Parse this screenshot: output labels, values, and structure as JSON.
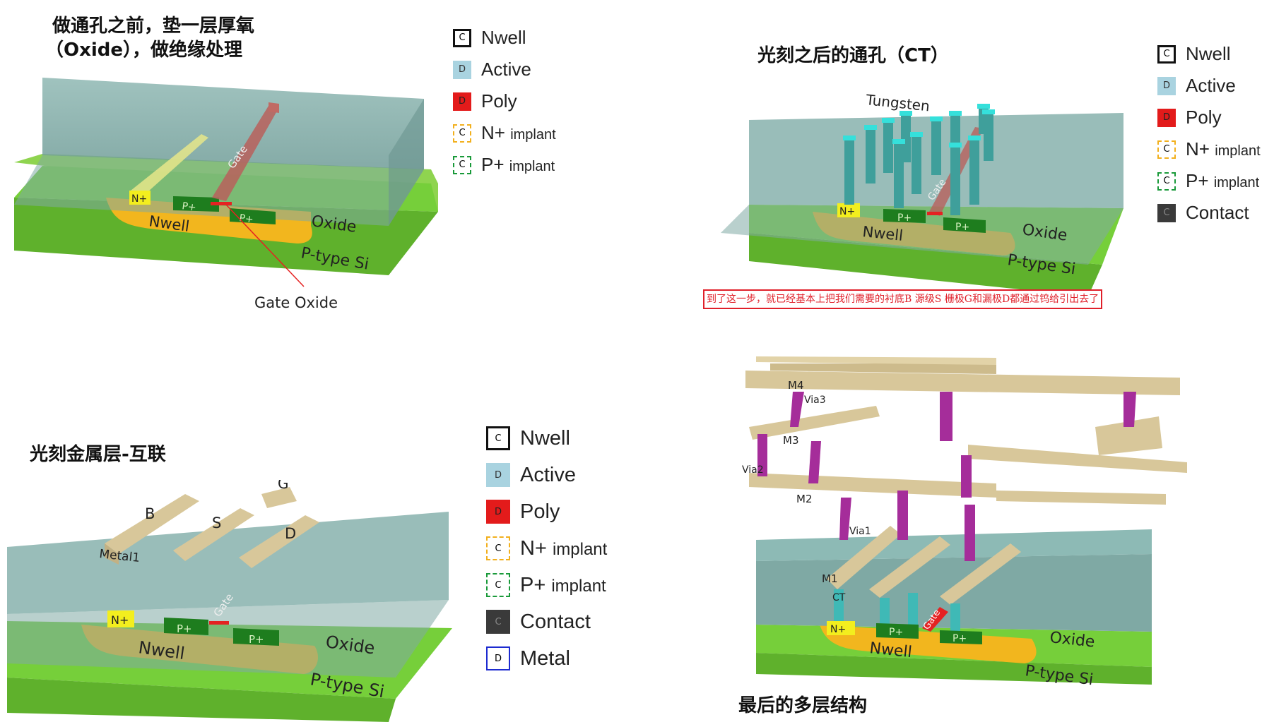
{
  "panels": [
    {
      "title_lines": [
        "做通孔之前，垫一层厚氧",
        "（Oxide），做绝缘处理"
      ],
      "labels": {
        "nplus": "N+",
        "pplus1": "P+",
        "pplus2": "P+",
        "gate": "Gate",
        "nwell": "Nwell",
        "oxide": "Oxide",
        "substrate": "P-type Si",
        "gate_oxide": "Gate Oxide"
      },
      "legend": [
        {
          "swatch": "C",
          "label": "Nwell",
          "note": ""
        },
        {
          "swatch": "D",
          "label": "Active",
          "note": ""
        },
        {
          "swatch": "D",
          "label": "Poly",
          "note": ""
        },
        {
          "swatch": "C",
          "label": "N+",
          "note": "implant"
        },
        {
          "swatch": "C",
          "label": "P+",
          "note": "implant"
        }
      ]
    },
    {
      "title": "光刻之后的通孔（CT）",
      "labels": {
        "tungsten": "Tungsten",
        "nplus": "N+",
        "pplus1": "P+",
        "pplus2": "P+",
        "gate": "Gate",
        "nwell": "Nwell",
        "oxide": "Oxide",
        "substrate": "P-type Si"
      },
      "note": "到了这一步，就已经基本上把我们需要的衬底B 源级S 栅极G和漏极D都通过钨给引出去了",
      "legend": [
        {
          "swatch": "C",
          "label": "Nwell",
          "note": ""
        },
        {
          "swatch": "D",
          "label": "Active",
          "note": ""
        },
        {
          "swatch": "D",
          "label": "Poly",
          "note": ""
        },
        {
          "swatch": "C",
          "label": "N+",
          "note": "implant"
        },
        {
          "swatch": "C",
          "label": "P+",
          "note": "implant"
        },
        {
          "swatch": "C",
          "label": "Contact",
          "note": ""
        }
      ]
    },
    {
      "title": "光刻金属层-互联",
      "labels": {
        "b": "B",
        "s": "S",
        "d": "D",
        "g": "G",
        "metal1": "Metal1",
        "nplus": "N+",
        "pplus1": "P+",
        "pplus2": "P+",
        "gate": "Gate",
        "nwell": "Nwell",
        "oxide": "Oxide",
        "substrate": "P-type Si"
      },
      "legend": [
        {
          "swatch": "C",
          "label": "Nwell",
          "note": ""
        },
        {
          "swatch": "D",
          "label": "Active",
          "note": ""
        },
        {
          "swatch": "D",
          "label": "Poly",
          "note": ""
        },
        {
          "swatch": "C",
          "label": "N+",
          "note": "implant"
        },
        {
          "swatch": "C",
          "label": "P+",
          "note": "implant"
        },
        {
          "swatch": "C",
          "label": "Contact",
          "note": ""
        },
        {
          "swatch": "D",
          "label": "Metal",
          "note": ""
        }
      ]
    },
    {
      "title": "最后的多层结构",
      "labels": {
        "m4": "M4",
        "via3": "Via3",
        "m3": "M3",
        "via2": "Via2",
        "m2": "M2",
        "via1": "Via1",
        "m1": "M1",
        "ct": "CT",
        "nplus": "N+",
        "pplus1": "P+",
        "pplus2": "P+",
        "gate": "Gate",
        "nwell": "Nwell",
        "oxide": "Oxide",
        "substrate": "P-type Si"
      }
    }
  ],
  "legend_styles": {
    "nwell": {
      "border": "#111111",
      "fill": "#ffffff",
      "style": "solid"
    },
    "active": {
      "border": "#a9d3e0",
      "fill": "#a9d3e0",
      "style": "solid"
    },
    "poly": {
      "border": "#e31b1b",
      "fill": "#e31b1b",
      "style": "solid"
    },
    "nplus": {
      "border": "#f2b01e",
      "fill": "#ffffff",
      "style": "dashed"
    },
    "pplus": {
      "border": "#1a9a3a",
      "fill": "#ffffff",
      "style": "dashed"
    },
    "contact": {
      "border": "#3a3a3a",
      "fill": "#3a3a3a",
      "style": "solid"
    },
    "metal": {
      "border": "#1d2bd0",
      "fill": "#ffffff",
      "style": "solid"
    }
  },
  "colors": {
    "oxide": "#7fa9a4",
    "substrate": "#76cf3a",
    "nwell": "#f2b61e",
    "nplus": "#f3ee1e",
    "pplus": "#1e7d1e",
    "poly": "#e52222",
    "tungsten": "#3fb9b6",
    "metal": "#d8c79a",
    "via": "#a52d9a",
    "note": "#e0202a"
  }
}
